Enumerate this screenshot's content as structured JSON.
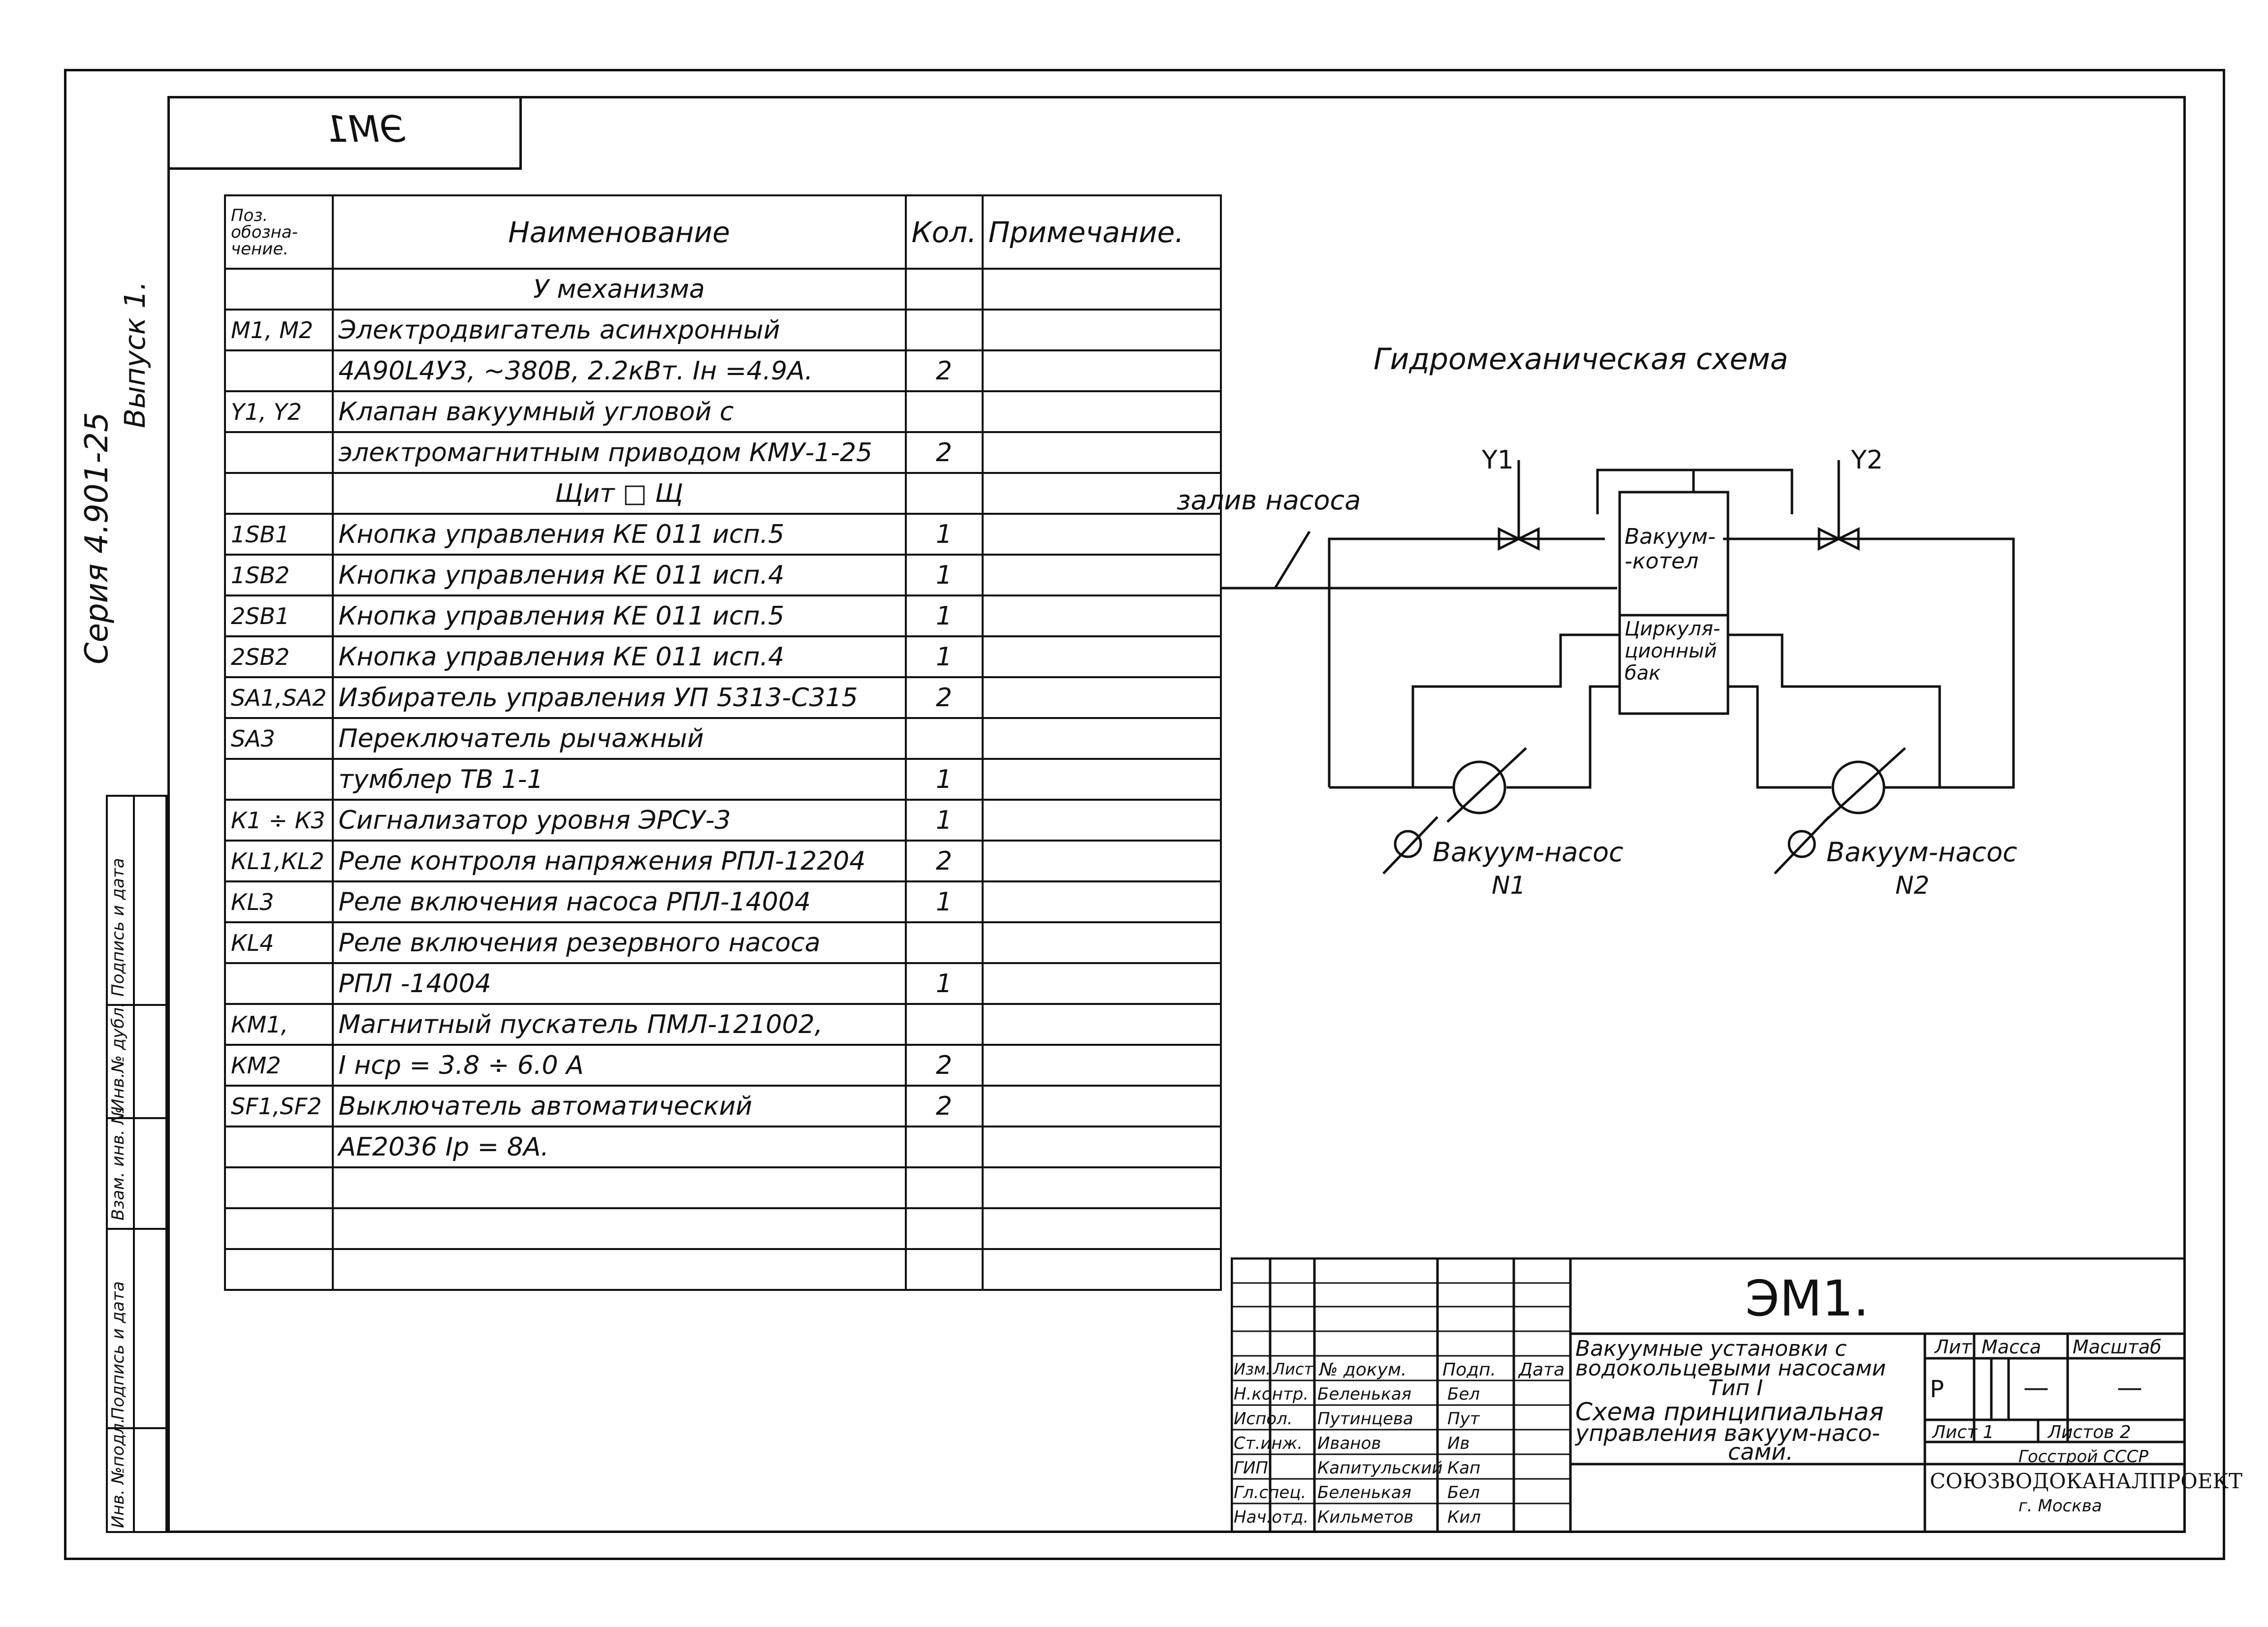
{
  "corner_tag": "ЭМ1",
  "side_left": {
    "series": "Серия 4.901-25",
    "issue": "Выпуск 1."
  },
  "side_stamp": [
    "Инв. №подл.",
    "Подпись и дата",
    "Взам. инв. №",
    "Инв.№ дубл.",
    "Подпись и дата"
  ],
  "table": {
    "headers": [
      "Поз. обозна- чение.",
      "Наименование",
      "Кол.",
      "Примечание."
    ],
    "rows": [
      {
        "code": "",
        "name": "У механизма",
        "qty": "",
        "center": true
      },
      {
        "code": "М1, М2",
        "name": "Электродвигатель асинхронный",
        "qty": ""
      },
      {
        "code": "",
        "name": "4А90L4У3, ~380В, 2.2кВт. Iн =4.9А.",
        "qty": "2"
      },
      {
        "code": "Y1, Y2",
        "name": "Клапан вакуумный угловой с",
        "qty": ""
      },
      {
        "code": "",
        "name": "электромагнитным приводом КМУ-1-25",
        "qty": "2"
      },
      {
        "code": "",
        "name": "Щит □ Щ",
        "qty": "",
        "center": true
      },
      {
        "code": "1SB1",
        "name": "Кнопка управления КЕ 011 исп.5",
        "qty": "1"
      },
      {
        "code": "1SB2",
        "name": "Кнопка управления КЕ 011 исп.4",
        "qty": "1"
      },
      {
        "code": "2SB1",
        "name": "Кнопка управления КЕ 011 исп.5",
        "qty": "1"
      },
      {
        "code": "2SB2",
        "name": "Кнопка управления КЕ 011 исп.4",
        "qty": "1"
      },
      {
        "code": "SA1,SA2",
        "name": "Избиратель управления УП 5313-С315",
        "qty": "2"
      },
      {
        "code": "SA3",
        "name": "Переключатель рычажный",
        "qty": ""
      },
      {
        "code": "",
        "name": "тумблер ТВ 1-1",
        "qty": "1"
      },
      {
        "code": "К1 ÷ К3",
        "name": "Сигнализатор уровня ЭРСУ-3",
        "qty": "1"
      },
      {
        "code": "КL1,КL2",
        "name": "Реле контроля напряжения РПЛ-12204",
        "qty": "2"
      },
      {
        "code": "КL3",
        "name": "Реле включения насоса РПЛ-14004",
        "qty": "1"
      },
      {
        "code": "КL4",
        "name": "Реле включения резервного насоса",
        "qty": ""
      },
      {
        "code": "",
        "name": "РПЛ -14004",
        "qty": "1"
      },
      {
        "code": "КМ1,",
        "name": "Магнитный пускатель ПМЛ-121002,",
        "qty": ""
      },
      {
        "code": "КМ2",
        "name": "I нср = 3.8 ÷ 6.0 А",
        "qty": "2"
      },
      {
        "code": "SF1,SF2",
        "name": "Выключатель автоматический",
        "qty": "2"
      },
      {
        "code": "",
        "name": "АЕ2036 Iр = 8А.",
        "qty": ""
      },
      {
        "code": "",
        "name": "",
        "qty": ""
      },
      {
        "code": "",
        "name": "",
        "qty": ""
      },
      {
        "code": "",
        "name": "",
        "qty": ""
      }
    ]
  },
  "scheme": {
    "title": "Гидромеханическая схема",
    "fill_label": "залив насоса",
    "valve1": "Y1",
    "valve2": "Y2",
    "tank_top": [
      "Вакуум-",
      "-котел"
    ],
    "tank_bottom": [
      "Циркуля-",
      "ционный",
      "бак"
    ],
    "pump1": [
      "Вакуум-насос",
      "N1"
    ],
    "pump2": [
      "Вакуум-насос",
      "N2"
    ]
  },
  "title_block": {
    "doc_code": "ЭМ1.",
    "col_headers": [
      "Изм.",
      "Лист",
      "№ докум.",
      "Подп.",
      "Дата"
    ],
    "roles": [
      "Н.контр.",
      "Испол.",
      "Ст.инж.",
      "ГИП",
      "Гл.спец.",
      "Нач.отд."
    ],
    "names": [
      "Беленькая",
      "Путинцева",
      "Иванов",
      "Капитульский",
      "Беленькая",
      "Кильметов"
    ],
    "signatures": [
      "Бел",
      "Пут",
      "Ив",
      "Кап",
      "Бел",
      "Кил"
    ],
    "description": [
      "Вакуумные установки с",
      "водокольцевыми насосами",
      "Тип I",
      "Схема принципиальная",
      "управления вакуум-насо-",
      "сами."
    ],
    "stage_headers": [
      "Лит.",
      "Масса",
      "Масштаб"
    ],
    "stage_letter": "Р",
    "mass": "—",
    "scale": "—",
    "sheet": "Лист 1",
    "sheets": "Листов 2",
    "org_line1": "Госстрой СССР",
    "org_line2": "СОЮЗВОДОКАНАЛПРОЕКТ",
    "org_line3": "г. Москва"
  }
}
